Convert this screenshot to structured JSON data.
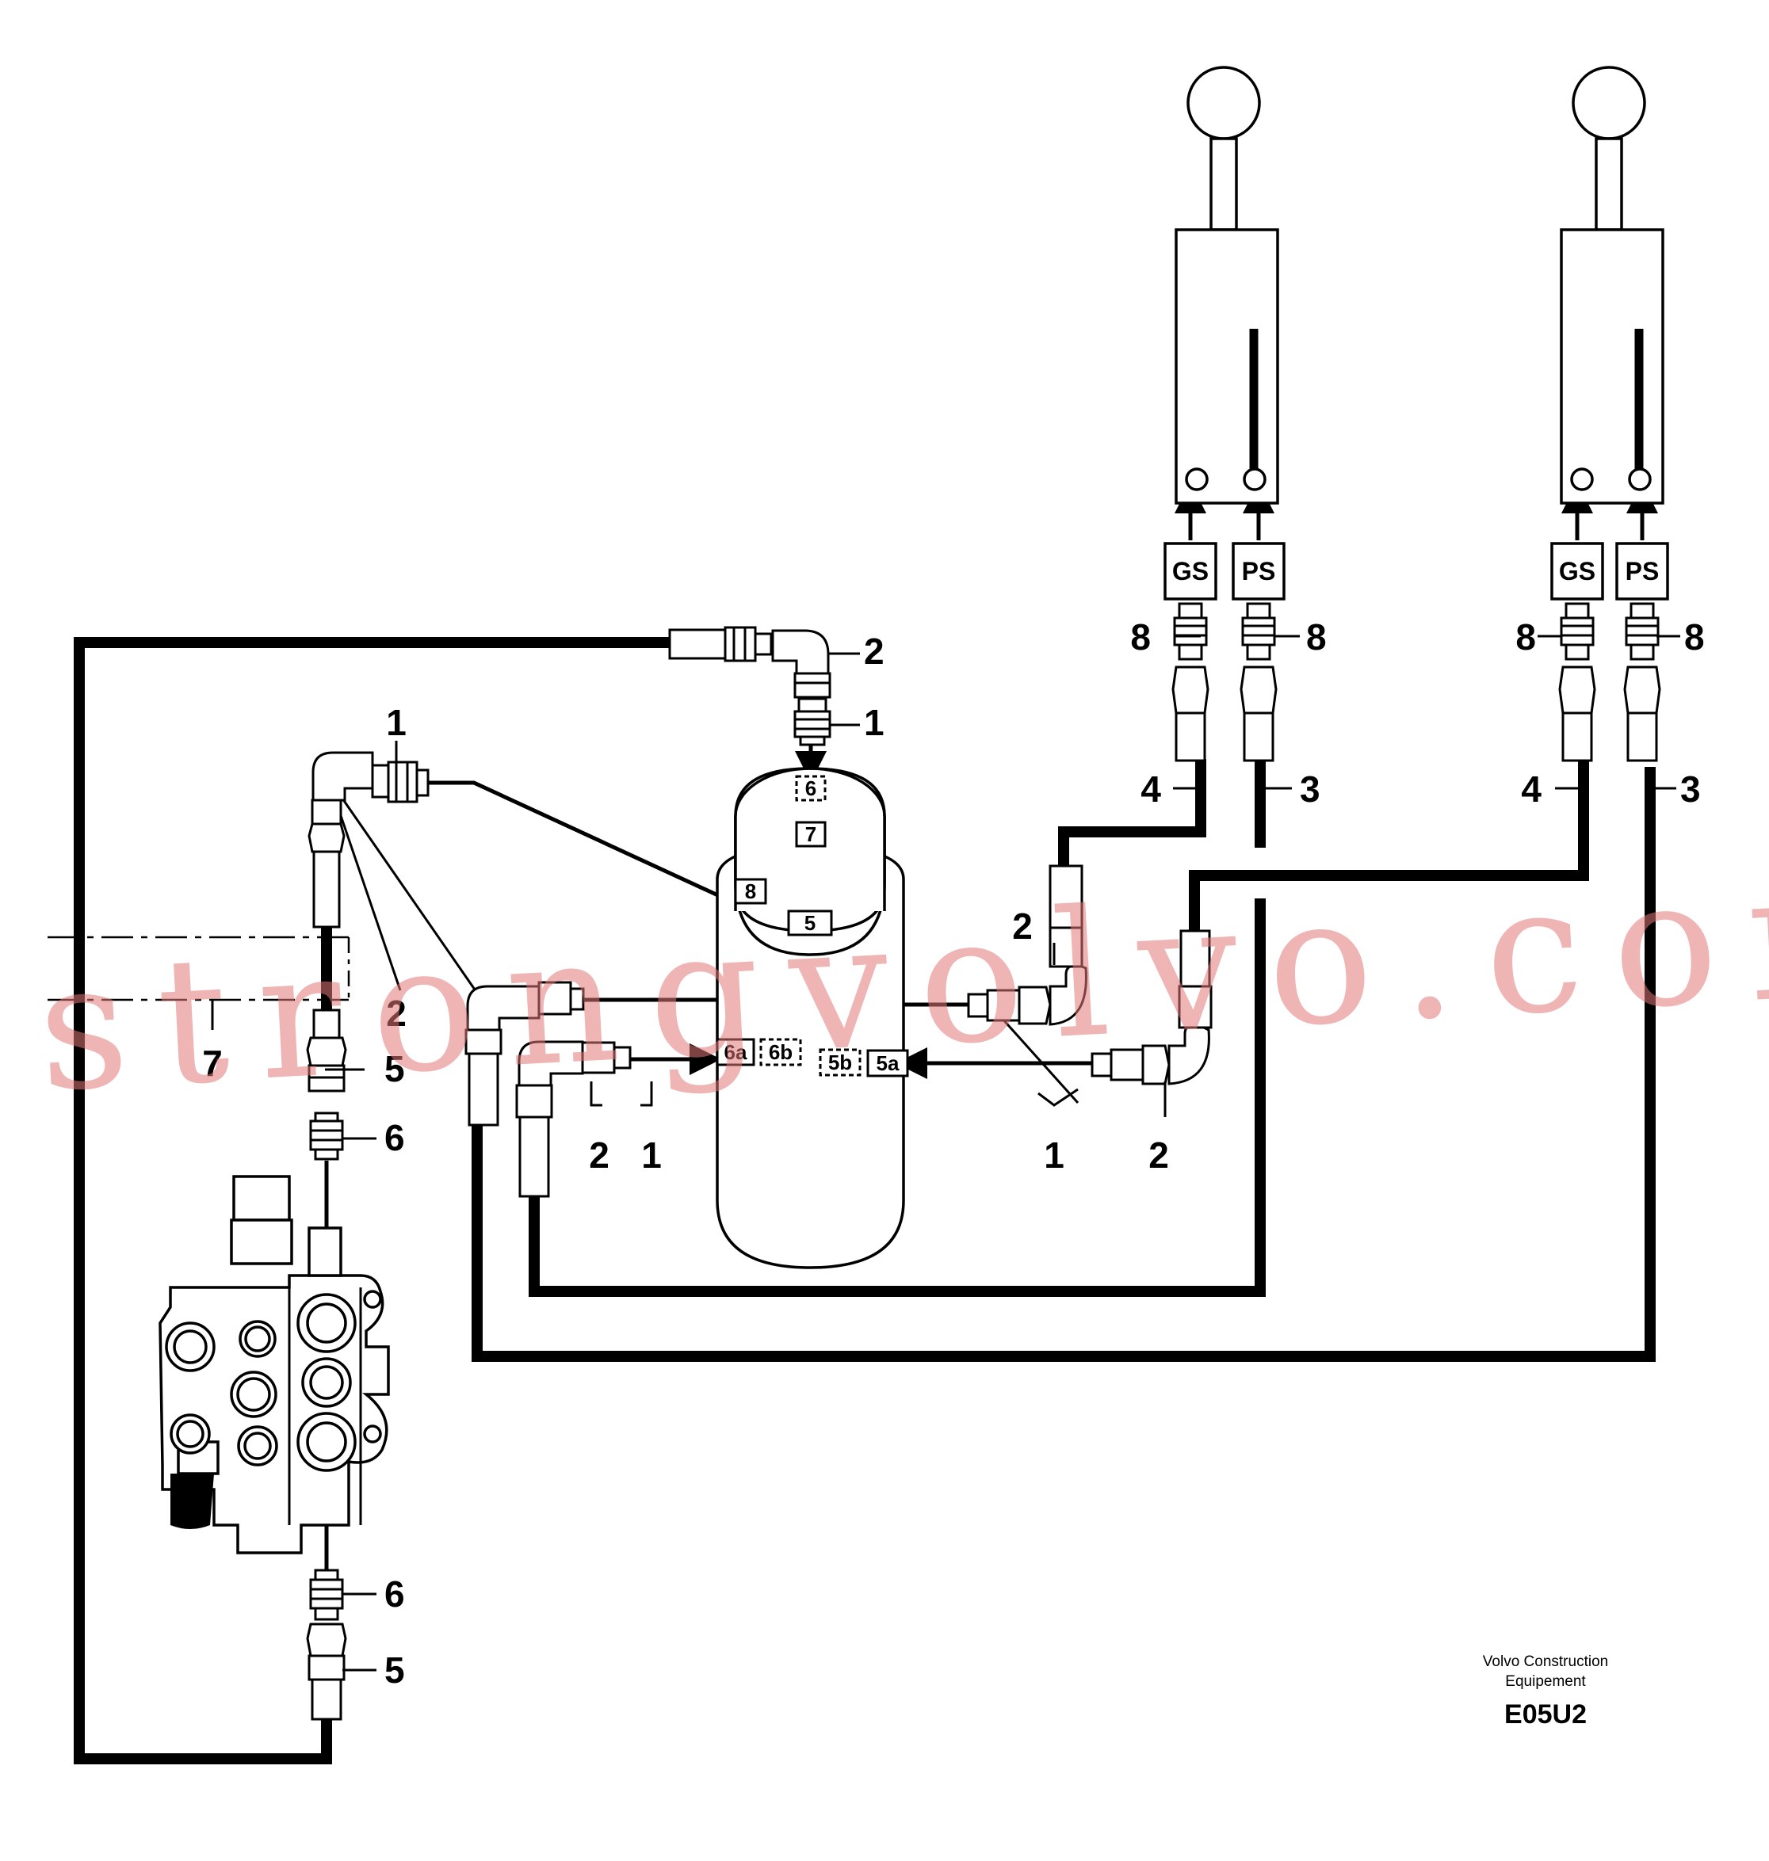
{
  "callouts": {
    "c1_top": "1",
    "c2_top": "2",
    "c1_left": "1",
    "c2_left": "2",
    "c7_left": "7",
    "c5_upper": "5",
    "c6_upper": "6",
    "c6_lower": "6",
    "c5_lower": "5",
    "c2_mid": "2",
    "c1_mid": "1",
    "c2_right": "2",
    "c1_right": "1",
    "c2_right_low": "2",
    "c8_a": "8",
    "c8_b": "8",
    "c8_c": "8",
    "c8_d": "8",
    "c4_a": "4",
    "c3_a": "3",
    "c4_b": "4",
    "c3_b": "3"
  },
  "port_boxes": {
    "p6_top": "6",
    "p7": "7",
    "p8": "8",
    "p5": "5",
    "p6a": "6a",
    "p6b": "6b",
    "p5b": "5b",
    "p5a": "5a"
  },
  "valve_labels": {
    "gs_left": "GS",
    "ps_left": "PS",
    "gs_right": "GS",
    "ps_right": "PS"
  },
  "watermark": "strongvolvo.com",
  "footer": {
    "publisher_line1": "Volvo Construction",
    "publisher_line2": "Equipement",
    "code": "E05U2"
  }
}
